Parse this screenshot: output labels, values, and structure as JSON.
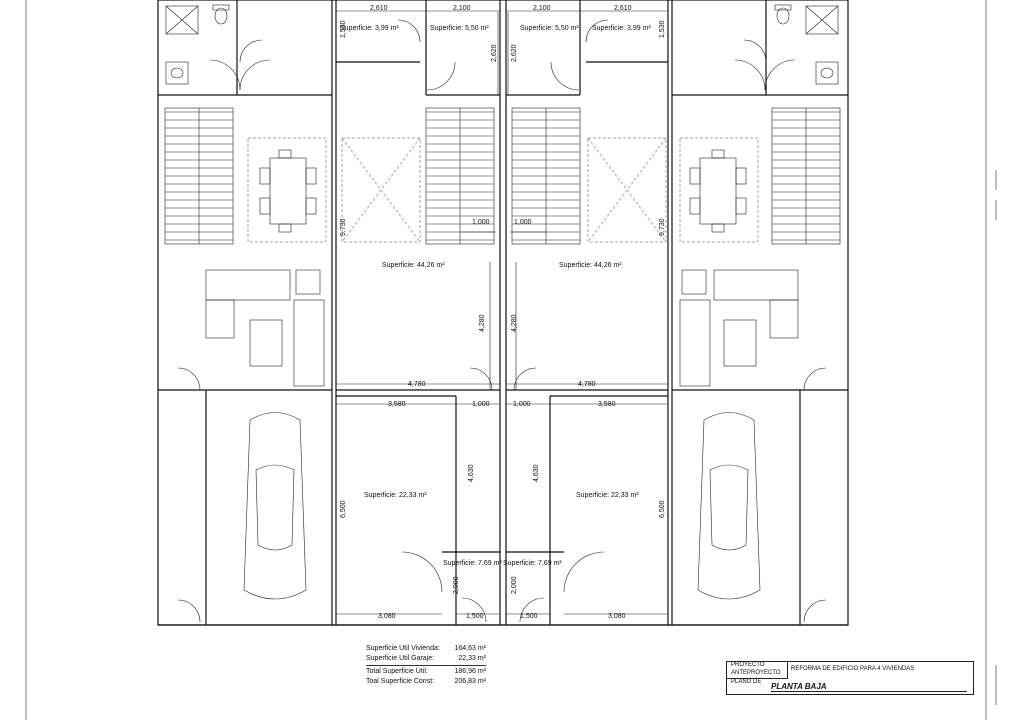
{
  "rooms": {
    "top_left_small": "Superficie: 3,99 m²",
    "top_left_mid": "Superficie: 5,50 m²",
    "top_right_mid": "Superficie: 5,50 m²",
    "top_right_small": "Superficie: 3,99 m²",
    "living_left": "Superficie: 44,26 m²",
    "living_right": "Superficie: 44,26 m²",
    "garage_left": "Superficie: 22,33 m²",
    "garage_right": "Superficie: 22,33 m²",
    "storage_left": "Superficie: 7,69 m²",
    "storage_right": "Superficie: 7,69 m²"
  },
  "dimensions": {
    "d2610_left": "2,610",
    "d2100_left": "2,100",
    "d2100_right": "2,100",
    "d2610_right": "2,610",
    "d1530_left": "1,530",
    "d2620_left": "2,620",
    "d2620_right": "2,620",
    "d1530_right": "1,530",
    "d9730_left": "9,730",
    "d9730_right": "9,730",
    "d1000_stair_left": "1,000",
    "d1000_stair_right": "1,000",
    "d4280_left": "4,280",
    "d4280_right": "4,280",
    "d4780_left": "4,780",
    "d4780_right": "4,780",
    "d3580_left": "3,580",
    "d3580_right": "3,580",
    "d1000_left": "1,000",
    "d1000_right": "1,000",
    "d4630_left": "4,630",
    "d4630_right": "4,630",
    "d6500_left": "6,500",
    "d6500_right": "6,500",
    "d2000_left": "2,000",
    "d2000_right": "2,000",
    "d3080_left": "3,080",
    "d1500_left": "1,500",
    "d1500_right": "1,500",
    "d3080_right": "3,080"
  },
  "summary": {
    "vivienda_label": "Superficie Util Vivienda:",
    "vivienda_value": "164,63 m²",
    "garaje_label": "Superficie Util Garaje:",
    "garaje_value": "22,33 m²",
    "total_util_label": "Total Superficie Util:",
    "total_util_value": "186,96 m²",
    "total_const_label": "Toal Superficie Const:",
    "total_const_value": "206,83 m²"
  },
  "cartouche": {
    "proyecto_label": "PROYECTO",
    "proyecto_value": "ANTEPROYECTO",
    "description": "REFORMA DE EDIFICIO PARA 4 VIVIENDAS",
    "plano_label": "PLANO DE",
    "plano_value": "PLANTA BAJA"
  }
}
